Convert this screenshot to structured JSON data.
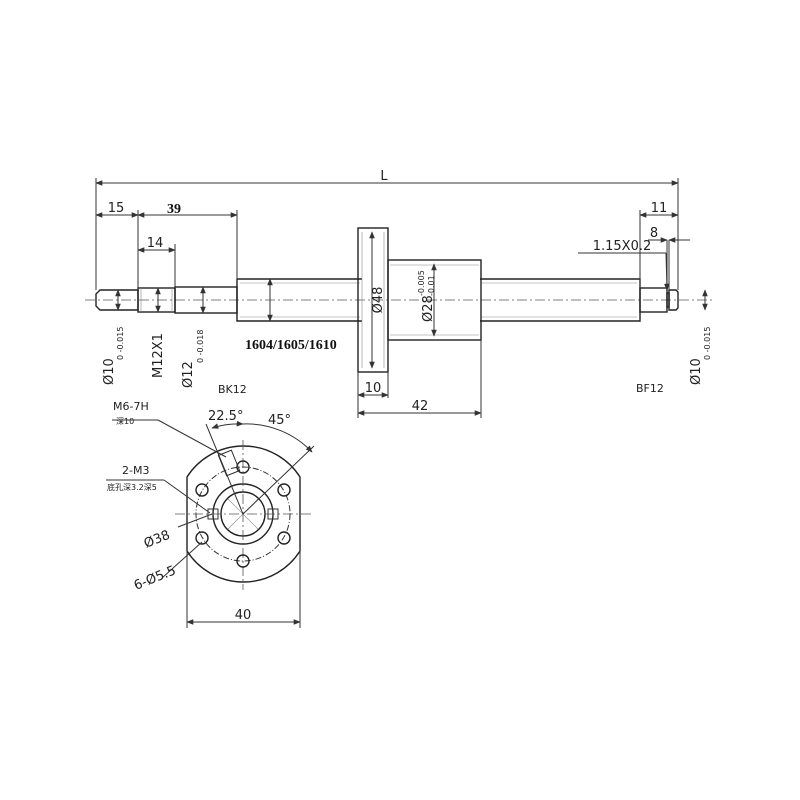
{
  "dimensions": {
    "overall_length": "L",
    "left_journal_length": "15",
    "thread_offset": "39",
    "thread_length": "14",
    "right_journal_length": "11",
    "right_step_length": "8",
    "groove": "1.15X0.2",
    "flange_thickness": "10",
    "nut_length": "42",
    "flange_diameter": "Ø48",
    "nut_diameter": "Ø28",
    "nut_tol_upper": "-0.005",
    "nut_tol_lower": "-0.01",
    "left_dia": "Ø10",
    "left_dia_tol": "0 -0.015",
    "thread_spec": "M12X1",
    "bearing_dia": "Ø12",
    "bearing_dia_tol": "0 -0.018",
    "right_dia": "Ø10",
    "right_dia_tol": "0 -0.015"
  },
  "labels": {
    "models": "1604/1605/1610",
    "left_support": "BK12",
    "right_support": "BF12"
  },
  "flange_view": {
    "oil_thread": "M6-7H",
    "oil_depth": "深10",
    "angle_small": "22.5°",
    "angle_large": "45°",
    "pin_holes": "2-M3",
    "pin_depth": "底孔深3.2深5",
    "pcd": "Ø38",
    "holes": "6-Ø5.5",
    "width": "40"
  }
}
